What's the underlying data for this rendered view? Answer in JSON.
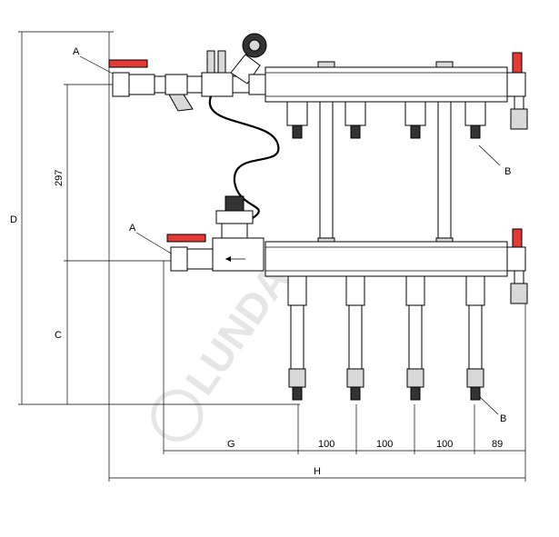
{
  "labels": {
    "a_top": "A",
    "a_bottom": "A",
    "b_top": "B",
    "b_bottom": "B",
    "d": "D",
    "dim_297": "297",
    "c": "C",
    "g": "G",
    "s1": "100",
    "s2": "100",
    "s3": "100",
    "s4": "89",
    "h": "H"
  },
  "watermark": "LUNDA"
}
